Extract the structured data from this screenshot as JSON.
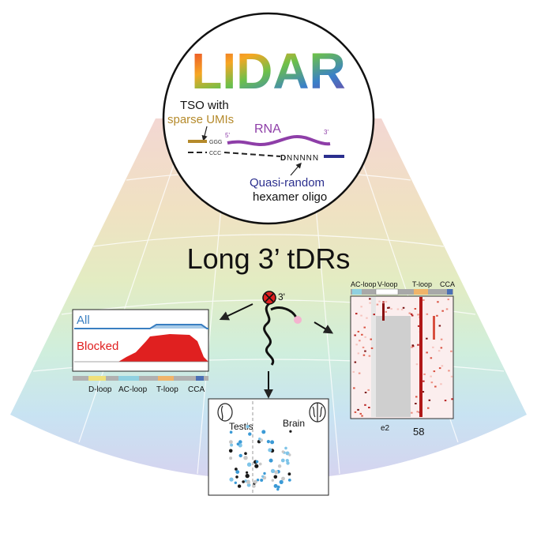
{
  "title": "LIDAR",
  "schematic": {
    "tso_line1": "TSO with",
    "tso_line2": "sparse UMIs",
    "ggg": "GGG",
    "ccc": "CCC",
    "five_prime": "5'",
    "three_prime": "3'",
    "rna": "RNA",
    "d_label": "D",
    "n_label": "NNNNN",
    "oligo_line1": "Quasi-random",
    "oligo_line2": "hexamer oligo"
  },
  "headline": "Long 3’ tDRs",
  "center": {
    "three_prime": "3'"
  },
  "coverage_panel": {
    "all_label": "All",
    "blocked_label": "Blocked",
    "regions": [
      "D-loop",
      "AC-loop",
      "T-loop",
      "CCA"
    ],
    "colors": {
      "all": "#3a7fc1",
      "blocked": "#e02020"
    }
  },
  "heatmap_panel": {
    "regions": [
      "AC-loop",
      "V-loop",
      "T-loop",
      "CCA"
    ],
    "x_labels": [
      "e2",
      "58"
    ]
  },
  "scatter_panel": {
    "left_label": "Testis",
    "right_label": "Brain",
    "point_colors": [
      "#1a1a1a",
      "#3b9ad6",
      "#7fc4e8",
      "#c8c8c8"
    ]
  },
  "colors": {
    "title_gradient": [
      "#e8352b",
      "#f6a623",
      "#6cc04a",
      "#3a80c9",
      "#7b3fa0"
    ],
    "rna": "#8e3ea8",
    "tso": "#b58a2b",
    "oligo": "#2b2f8e"
  }
}
